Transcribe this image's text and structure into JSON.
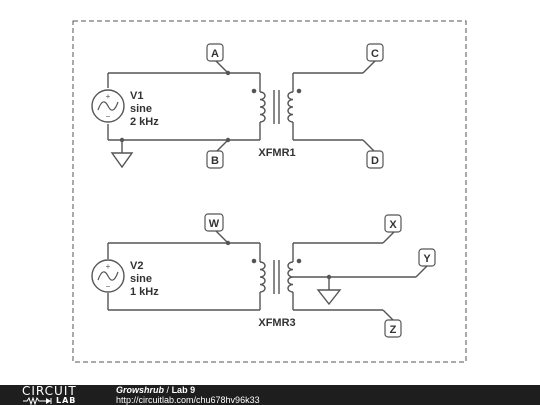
{
  "schematic": {
    "xfmr1": {
      "source_name": "V1",
      "source_type": "sine",
      "source_freq": "2 kHz",
      "label": "XFMR1",
      "ports": {
        "a": "A",
        "b": "B",
        "c": "C",
        "d": "D"
      }
    },
    "xfmr3": {
      "source_name": "V2",
      "source_type": "sine",
      "source_freq": "1 kHz",
      "label": "XFMR3",
      "ports": {
        "w": "W",
        "x": "X",
        "y": "Y",
        "z": "Z"
      }
    }
  },
  "footer": {
    "logo_top": "CIRCUIT",
    "logo_bottom": "LAB",
    "author": "Growshrub",
    "separator": "/",
    "title": "Lab 9",
    "url": "http://circuitlab.com/chu678hv96k33"
  },
  "colors": {
    "wire": "#555555",
    "footer_bg": "#1e1e1e"
  }
}
